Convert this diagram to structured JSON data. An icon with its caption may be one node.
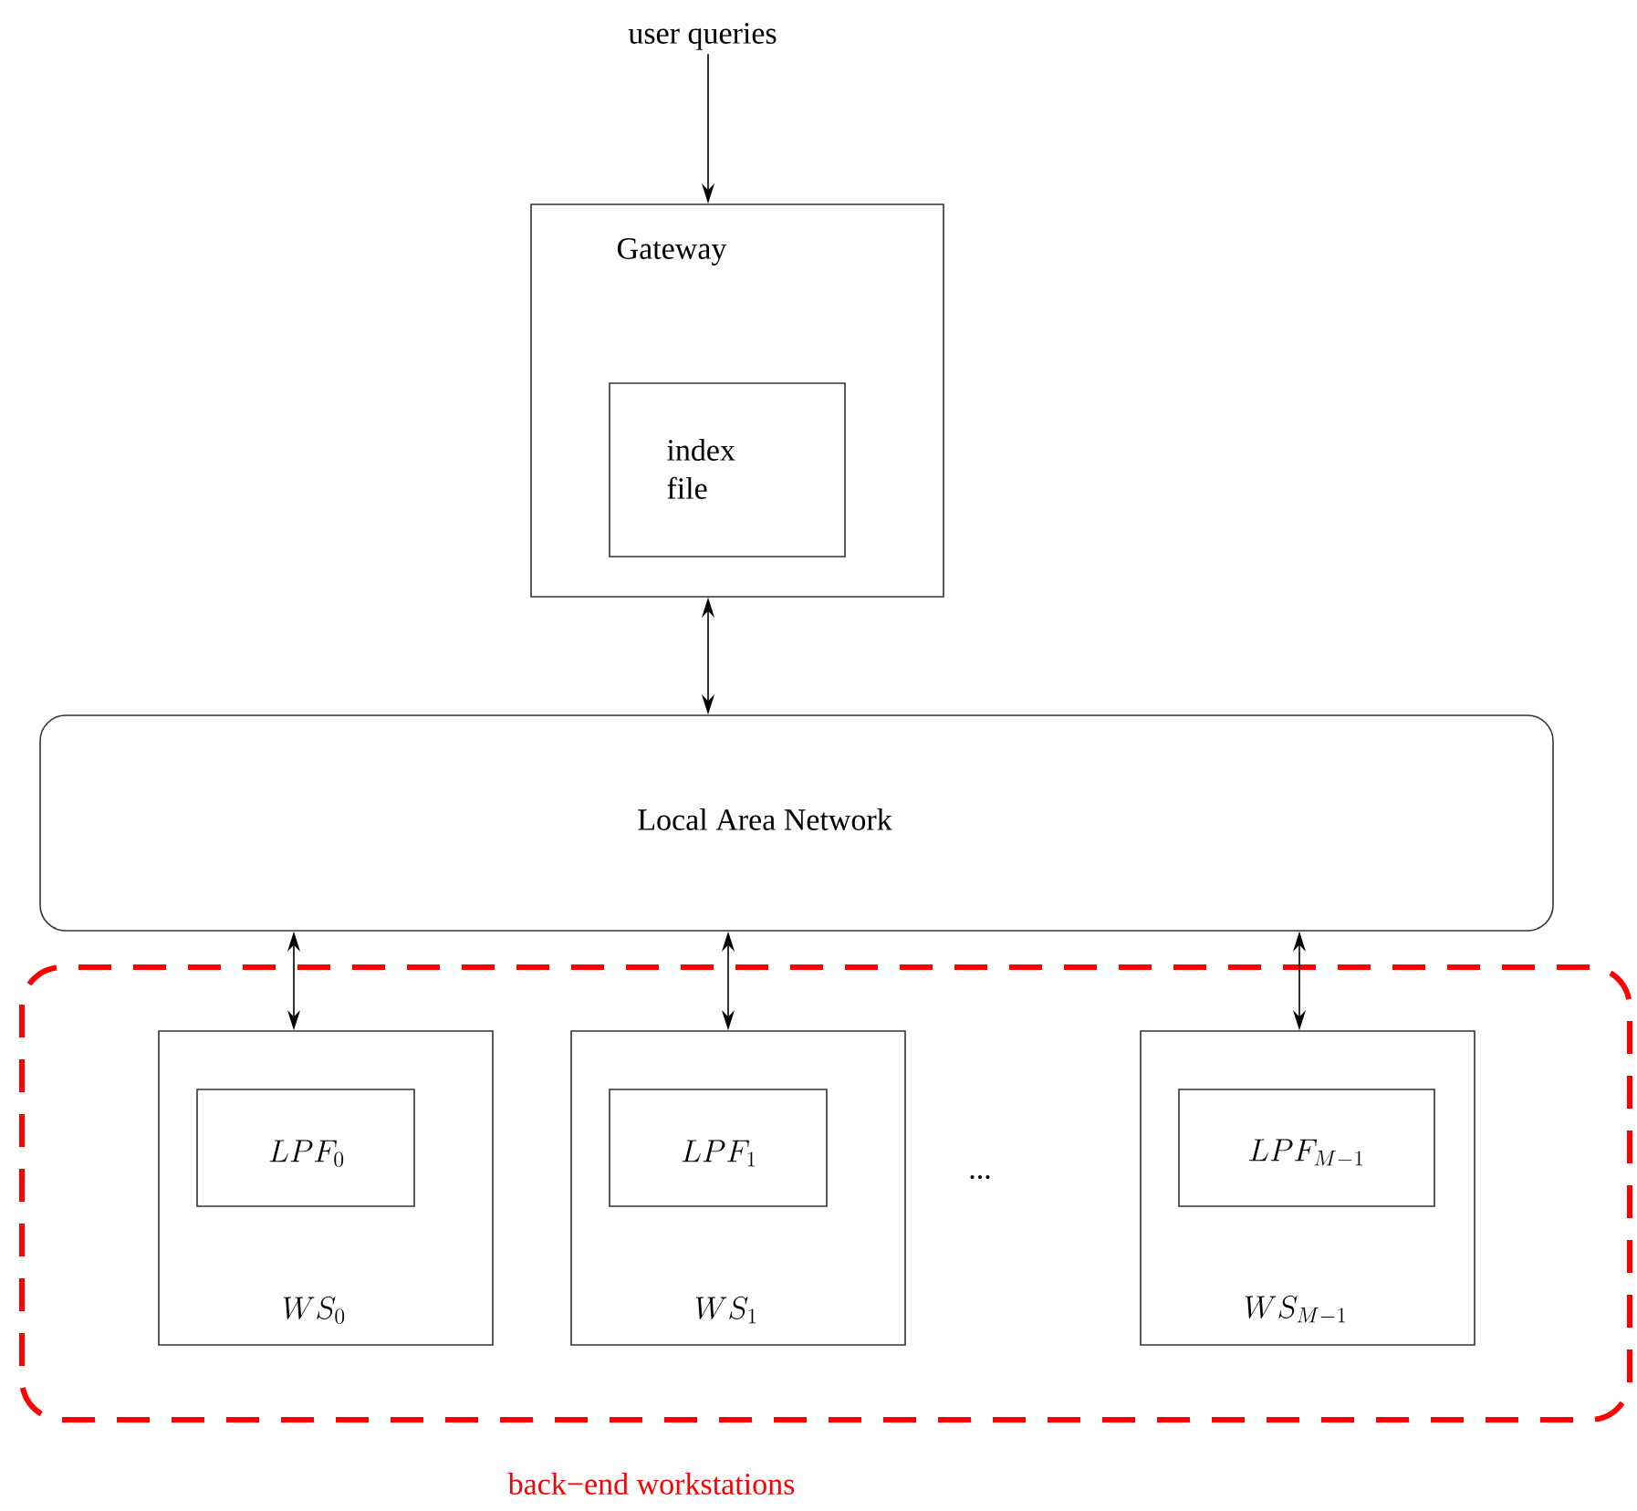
{
  "diagram": {
    "nodes": [
      {
        "text": [
          "user queries"
        ]
      },
      {
        "text": [
          "Gateway"
        ]
      },
      {
        "text": [
          "index file"
        ],
        "in": 1
      },
      {
        "text": [
          "Local Area Network"
        ]
      },
      {
        "text": [
          "back−end workstations"
        ]
      },
      {
        "text": [
          "WS_0"
        ],
        "in": 4
      },
      {
        "text": [
          "LPF_0"
        ],
        "in": 5
      },
      {
        "text": [
          "WS_1"
        ],
        "in": 4
      },
      {
        "text": [
          "LPF_1"
        ],
        "in": 7
      },
      {
        "text": [
          "WS_{M-1}"
        ],
        "in": 4
      },
      {
        "text": [
          "LPF_{M-1}"
        ],
        "in": 9
      }
    ],
    "edges": [
      {
        "from": 0,
        "to": 1,
        "arrow": "to"
      },
      {
        "from": 1,
        "to": 3,
        "arrow": "both"
      },
      {
        "from": 3,
        "to": 5,
        "arrow": "both"
      },
      {
        "from": 3,
        "to": 7,
        "arrow": "both"
      },
      {
        "from": 3,
        "to": 9,
        "arrow": "both"
      }
    ],
    "labels": [
      "..."
    ]
  }
}
